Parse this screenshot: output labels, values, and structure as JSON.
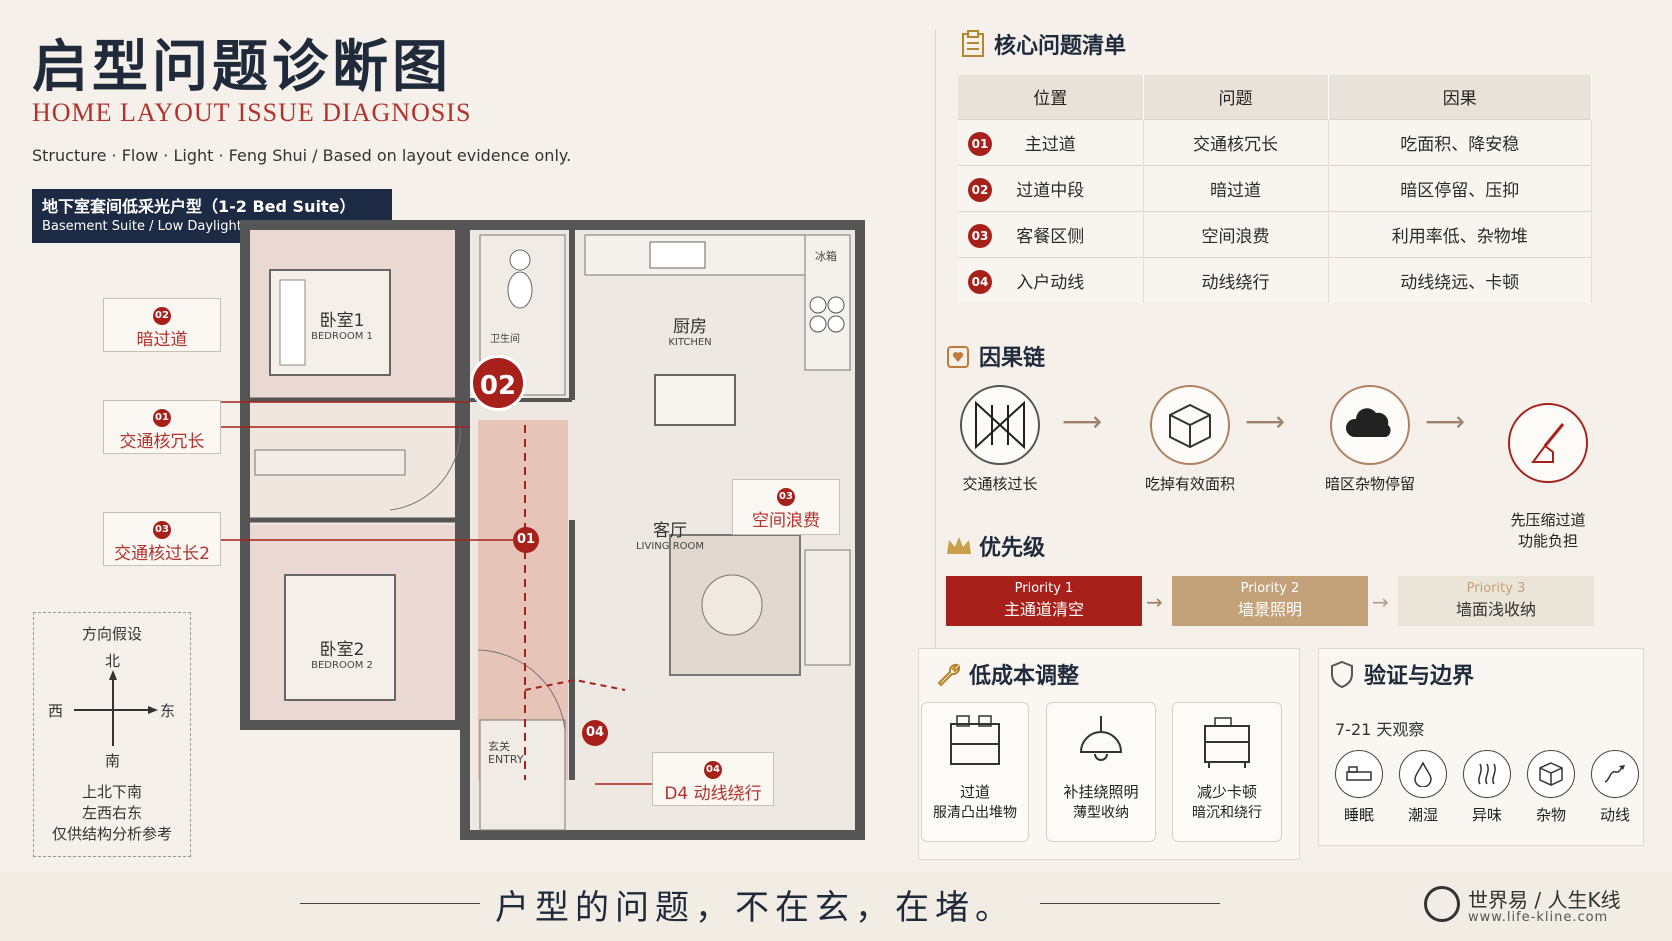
{
  "header": {
    "title_cn": "启型问题诊断图",
    "title_en": "HOME LAYOUT ISSUE DIAGNOSIS",
    "subtitle": "Structure · Flow · Light · Feng Shui  /  Based on layout evidence only.",
    "suite_cn": "地下室套间低采光户型（1-2 Bed Suite）",
    "suite_en": "Basement Suite / Low Daylight / Canada Rental"
  },
  "plan": {
    "bedroom1_cn": "卧室1",
    "bedroom1_en": "BEDROOM 1",
    "bedroom2_cn": "卧室2",
    "bedroom2_en": "BEDROOM 2",
    "kitchen_cn": "厨房",
    "kitchen_en": "KITCHEN",
    "living_cn": "客厅",
    "living_en": "LIVING ROOM",
    "fridge": "冰箱",
    "bath": "卫生间",
    "entry": "玄关\nENTRY",
    "marker_02": "02",
    "marker_01": "01",
    "marker_04": "04"
  },
  "callouts": [
    {
      "num": "02",
      "text": "暗过道"
    },
    {
      "num": "01",
      "text": "交通核冗长"
    },
    {
      "num": "03",
      "text": "交通核过长2"
    },
    {
      "num": "03",
      "text": "空间浪费"
    },
    {
      "num": "04",
      "text": "D4 动线绕行"
    }
  ],
  "compass": {
    "title": "方向假设",
    "n": "北",
    "s": "南",
    "w": "西",
    "e": "东",
    "note1": "上北下南",
    "note2": "左西右东",
    "note3": "仅供结构分析参考"
  },
  "issues": {
    "heading": "核心问题清单",
    "columns": [
      "位置",
      "问题",
      "因果"
    ],
    "rows": [
      {
        "num": "01",
        "pos": "主过道",
        "issue": "交通核冗长",
        "cause": "吃面积、降安稳"
      },
      {
        "num": "02",
        "pos": "过道中段",
        "issue": "暗过道",
        "cause": "暗区停留、压抑"
      },
      {
        "num": "03",
        "pos": "客餐区侧",
        "issue": "空间浪费",
        "cause": "利用率低、杂物堆"
      },
      {
        "num": "04",
        "pos": "入户动线",
        "issue": "动线绕行",
        "cause": "动线绕远、卡顿"
      }
    ]
  },
  "chain": {
    "heading": "因果链",
    "nodes": [
      "交通核过长",
      "吃掉有效面积",
      "暗区杂物停留",
      "先压缩过道\n功能负担"
    ]
  },
  "priority": {
    "heading": "优先级",
    "items": [
      {
        "label": "Priority 1",
        "text": "主通道清空",
        "color": "#a8201a"
      },
      {
        "label": "Priority 2",
        "text": "墙景照明",
        "color": "#c4a279"
      },
      {
        "label": "Priority 3",
        "text": "墙面浅收纳",
        "color": "#ebe4d9"
      }
    ]
  },
  "lowcost": {
    "heading": "低成本调整",
    "cards": [
      {
        "l1": "过道",
        "l2": "服清凸出堆物"
      },
      {
        "l1": "补挂绕照明",
        "l2": "薄型收纳"
      },
      {
        "l1": "减少卡顿",
        "l2": "暗沉和绕行"
      }
    ]
  },
  "verify": {
    "heading": "验证与边界",
    "days": "7-21 天观察",
    "items": [
      "睡眠",
      "潮湿",
      "异味",
      "杂物",
      "动线"
    ]
  },
  "footer": {
    "slogan": "户型的问题，不在玄，在堵。",
    "brand": "世界易 / 人生K线",
    "url": "www.life-kline.com"
  }
}
